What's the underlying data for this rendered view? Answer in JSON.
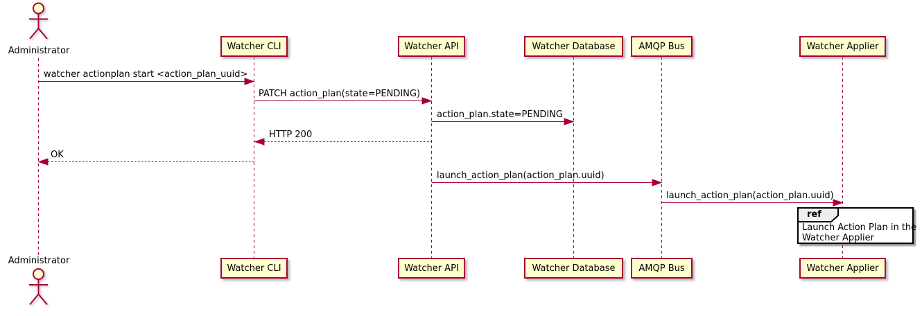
{
  "diagram": {
    "type": "uml-sequence",
    "actor": {
      "name": "Administrator"
    },
    "participants": [
      {
        "label": "Watcher CLI"
      },
      {
        "label": "Watcher API"
      },
      {
        "label": "Watcher Database"
      },
      {
        "label": "AMQP Bus"
      },
      {
        "label": "Watcher Applier"
      }
    ],
    "messages": [
      {
        "from": "Administrator",
        "to": "Watcher CLI",
        "text": "watcher actionplan start <action_plan_uuid>",
        "style": "solid"
      },
      {
        "from": "Watcher CLI",
        "to": "Watcher API",
        "text": "PATCH action_plan(state=PENDING)",
        "style": "solid"
      },
      {
        "from": "Watcher API",
        "to": "Watcher Database",
        "text": "action_plan.state=PENDING",
        "style": "solid"
      },
      {
        "from": "Watcher API",
        "to": "Watcher CLI",
        "text": "HTTP 200",
        "style": "dashed-return"
      },
      {
        "from": "Watcher CLI",
        "to": "Administrator",
        "text": "OK",
        "style": "dashed-return"
      },
      {
        "from": "Watcher API",
        "to": "AMQP Bus",
        "text": "launch_action_plan(action_plan.uuid)",
        "style": "solid"
      },
      {
        "from": "AMQP Bus",
        "to": "Watcher Applier",
        "text": "launch_action_plan(action_plan.uuid)",
        "style": "solid"
      }
    ],
    "ref_fragment": {
      "keyword": "ref",
      "lines": [
        "Launch Action Plan in the",
        "Watcher Applier"
      ]
    },
    "colors": {
      "participant_fill": "#FEFECE",
      "stroke": "#A80036",
      "text": "#000000",
      "ref_border": "#000000",
      "ref_tag_fill": "#EEEEEE",
      "background": "#FFFFFF"
    }
  }
}
